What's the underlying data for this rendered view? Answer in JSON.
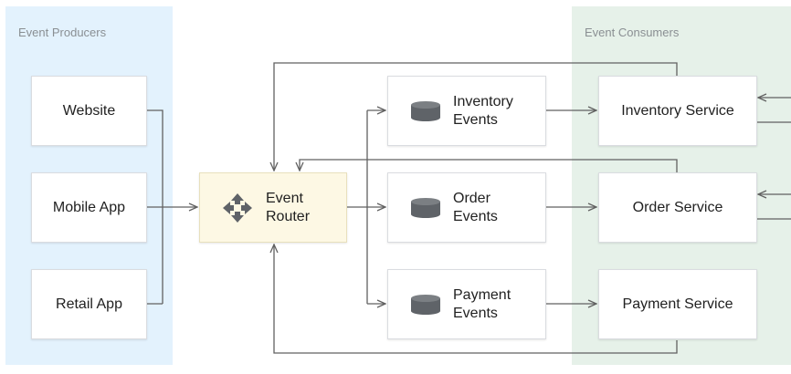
{
  "producers": {
    "label": "Event Producers",
    "items": [
      "Website",
      "Mobile App",
      "Retail App"
    ],
    "bg_color": "#e3f2fd"
  },
  "consumers": {
    "label": "Event Consumers",
    "bg_color": "#e6f1e9",
    "items": [
      "Inventory Service",
      "Order Service",
      "Payment Service"
    ]
  },
  "router": {
    "line1": "Event",
    "line2": "Router",
    "bg_color": "#fdf8e4",
    "icon": "move-arrows-icon"
  },
  "event_stores": [
    {
      "line1": "Inventory",
      "line2": "Events",
      "icon": "database-icon"
    },
    {
      "line1": "Order",
      "line2": "Events",
      "icon": "database-icon"
    },
    {
      "line1": "Payment",
      "line2": "Events",
      "icon": "database-icon"
    }
  ],
  "connector_color": "#616161"
}
